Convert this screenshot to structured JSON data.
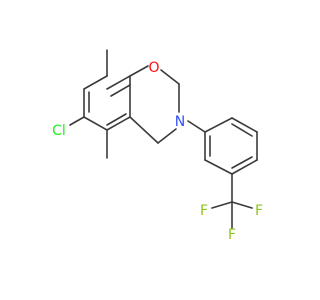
{
  "structure": {
    "atoms": [
      {
        "id": "O1",
        "symbol": "O",
        "color": "#ff0d0d"
      },
      {
        "id": "N1",
        "symbol": "N",
        "color": "#3050f8"
      },
      {
        "id": "Cl1",
        "symbol": "Cl",
        "color": "#1ff01f"
      },
      {
        "id": "F1",
        "symbol": "F",
        "color": "#8fc31f"
      },
      {
        "id": "F2",
        "symbol": "F",
        "color": "#8fc31f"
      },
      {
        "id": "F3",
        "symbol": "F",
        "color": "#8fc31f"
      }
    ],
    "bond_color": "#3a3a3a"
  }
}
